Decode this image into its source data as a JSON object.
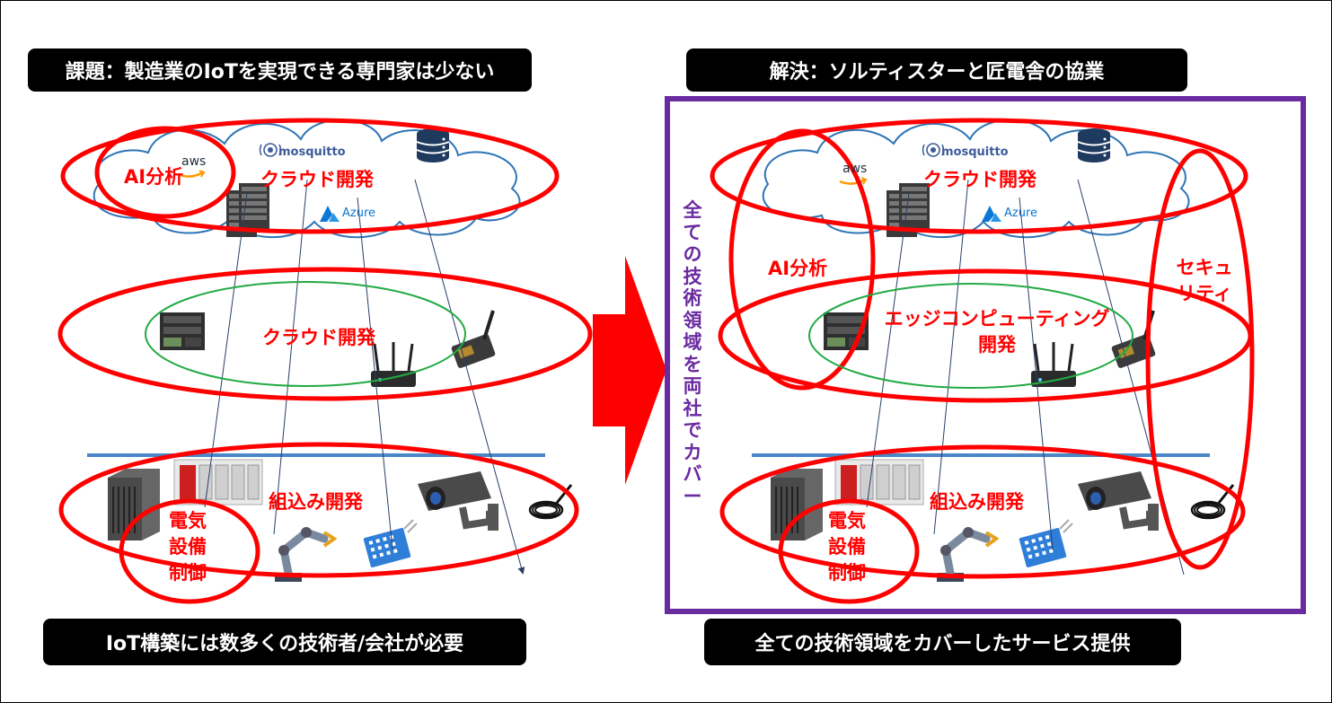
{
  "left": {
    "header": "課題：製造業のIoTを実現できる専門家は少ない",
    "footer": "IoT構築には数多くの技術者/会社が必要",
    "labels": {
      "cloud": "クラウド開発",
      "ai": "AI分析",
      "edge": "クラウド開発",
      "embedded": "組込み開発",
      "electrical": "電気\n設備\n制御"
    }
  },
  "right": {
    "header": "解決：ソルティスターと匠電舎の協業",
    "footer": "全ての技術領域をカバーしたサービス提供",
    "cover_vertical": "全ての技術領域を両社でカバー",
    "labels": {
      "cloud": "クラウド開発",
      "ai": "AI分析",
      "edge": "エッジコンピューティング\n開発",
      "embedded": "組込み開発",
      "electrical": "電気\n設備\n制御",
      "security": "セキュ\nリティ"
    }
  },
  "logos": {
    "aws": "aws",
    "mosquitto": "mosquitto",
    "azure": "Azure"
  },
  "icons": [
    "cloud-icon",
    "database-icon",
    "server-icon",
    "gateway-device-icon",
    "router-icon",
    "iot-module-icon",
    "plc-icon",
    "industrial-pc-icon",
    "robot-arm-icon",
    "sensor-icon",
    "camera-icon",
    "cable-sensor-icon",
    "arrow-right-icon"
  ],
  "colors": {
    "red": "#ff0000",
    "green": "#22aa44",
    "purple": "#6a2aa0",
    "cloud": "#2e75b6",
    "rail": "#4a86c8"
  }
}
